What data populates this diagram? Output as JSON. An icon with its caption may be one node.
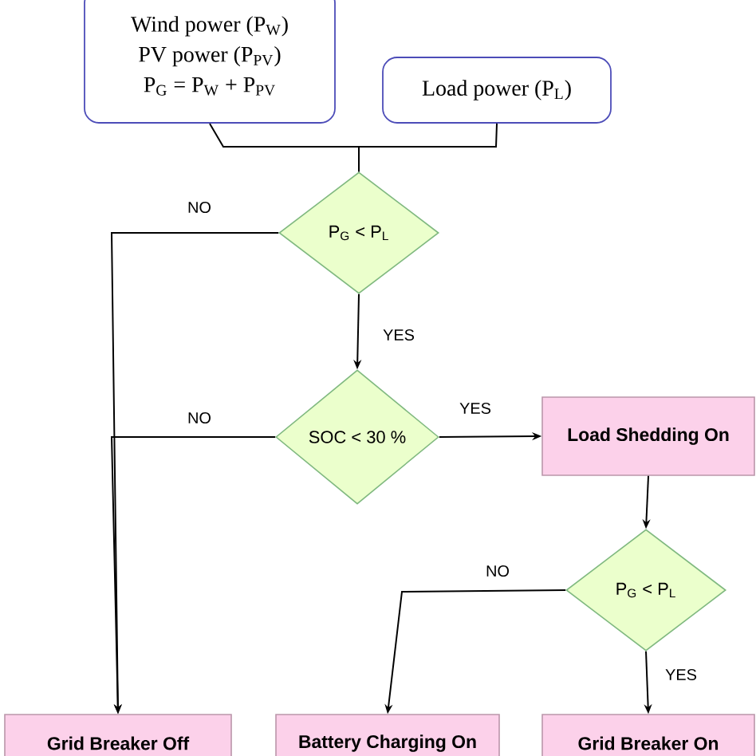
{
  "diagram": {
    "nodes": [
      {
        "text": [
          "Wind power (P$_{W}$)",
          "PV power (P$_{PV}$)",
          "P$_{G}$ = P$_{W}$ + P$_{PV}$"
        ]
      },
      {
        "text": [
          "Load power (P$_{L}$)"
        ]
      },
      {
        "text": [
          "P$_{G}$ < P$_{L}$"
        ]
      },
      {
        "text": [
          "SOC < 30 %"
        ]
      },
      {
        "text": [
          "Load Shedding On"
        ]
      },
      {
        "text": [
          "P$_{G}$ < P$_{L}$"
        ]
      },
      {
        "text": [
          "Grid Breaker Off"
        ]
      },
      {
        "text": [
          "Battery Charging On"
        ]
      },
      {
        "text": [
          "Grid Breaker On"
        ]
      }
    ],
    "edges": [
      {
        "from": 0,
        "to": 2,
        "arrow": "none"
      },
      {
        "from": 1,
        "to": 2,
        "arrow": "none"
      },
      {
        "from": 2,
        "to": 6,
        "arrow": "to",
        "label": "NO"
      },
      {
        "from": 2,
        "to": 3,
        "arrow": "to",
        "label": "YES"
      },
      {
        "from": 3,
        "to": 6,
        "arrow": "to",
        "label": "NO"
      },
      {
        "from": 3,
        "to": 4,
        "arrow": "to",
        "label": "YES"
      },
      {
        "from": 4,
        "to": 5,
        "arrow": "to"
      },
      {
        "from": 5,
        "to": 7,
        "arrow": "to",
        "label": "NO"
      },
      {
        "from": 5,
        "to": 8,
        "arrow": "to",
        "label": "YES"
      }
    ]
  }
}
